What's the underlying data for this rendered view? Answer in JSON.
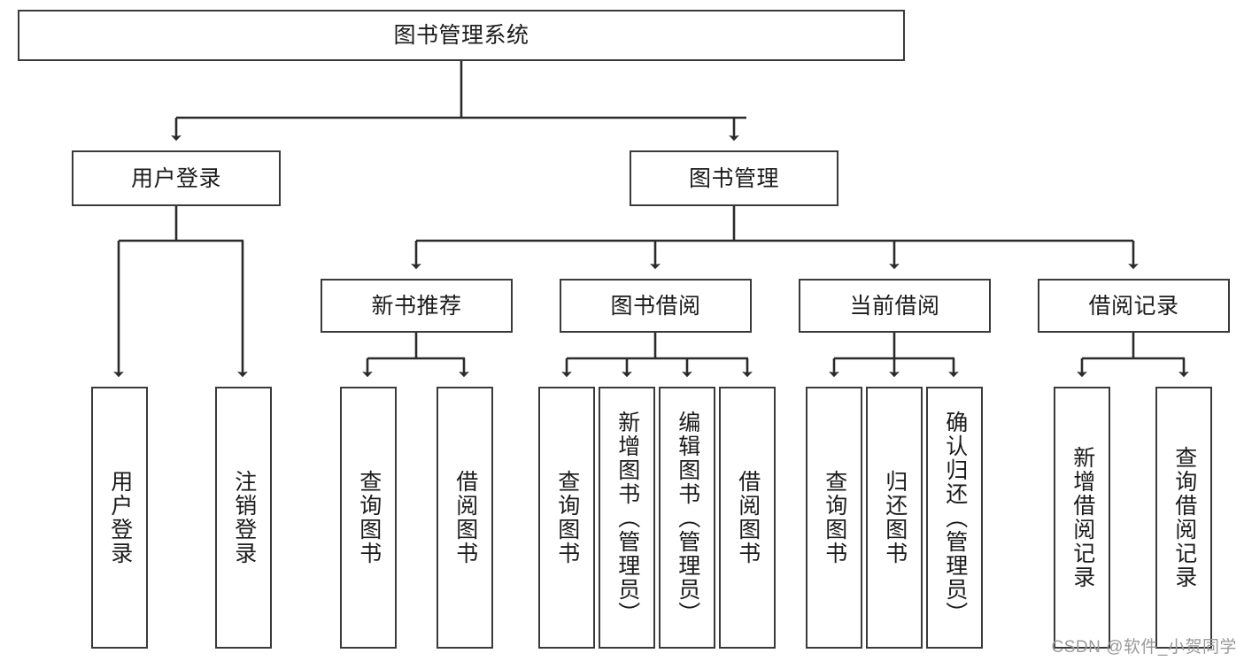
{
  "diagram": {
    "title": "图书管理系统",
    "root": {
      "id": "root",
      "label": "图书管理系统"
    },
    "level1": [
      {
        "id": "login",
        "label": "用户登录"
      },
      {
        "id": "bookmgmt",
        "label": "图书管理"
      }
    ],
    "level2": [
      {
        "id": "newbook",
        "label": "新书推荐"
      },
      {
        "id": "borrow",
        "label": "图书借阅"
      },
      {
        "id": "current",
        "label": "当前借阅"
      },
      {
        "id": "record",
        "label": "借阅记录"
      }
    ],
    "leaves": {
      "login": [
        {
          "id": "leaf-user-login",
          "label": "用户登录"
        },
        {
          "id": "leaf-logout",
          "label": "注销登录"
        }
      ],
      "newbook": [
        {
          "id": "leaf-query-book-1",
          "label": "查询图书"
        },
        {
          "id": "leaf-borrow-book-1",
          "label": "借阅图书"
        }
      ],
      "borrow": [
        {
          "id": "leaf-query-book-2",
          "label": "查询图书"
        },
        {
          "id": "leaf-add-book",
          "label": "新增图书（管理员）"
        },
        {
          "id": "leaf-edit-book",
          "label": "编辑图书（管理员）"
        },
        {
          "id": "leaf-borrow-book-2",
          "label": "借阅图书"
        }
      ],
      "current": [
        {
          "id": "leaf-query-book-3",
          "label": "查询图书"
        },
        {
          "id": "leaf-return-book",
          "label": "归还图书"
        },
        {
          "id": "leaf-confirm-return",
          "label": "确认归还（管理员）"
        }
      ],
      "record": [
        {
          "id": "leaf-add-record",
          "label": "新增借阅记录"
        },
        {
          "id": "leaf-query-record",
          "label": "查询借阅记录"
        }
      ]
    }
  },
  "watermark": {
    "text": "CSDN @软件_小贺同学"
  },
  "colors": {
    "box_border": "#3a3a3a",
    "box_fill": "#ffffff",
    "edge": "#2b2b2b",
    "text": "#1b1b1b",
    "watermark": "#9a9a9a"
  }
}
